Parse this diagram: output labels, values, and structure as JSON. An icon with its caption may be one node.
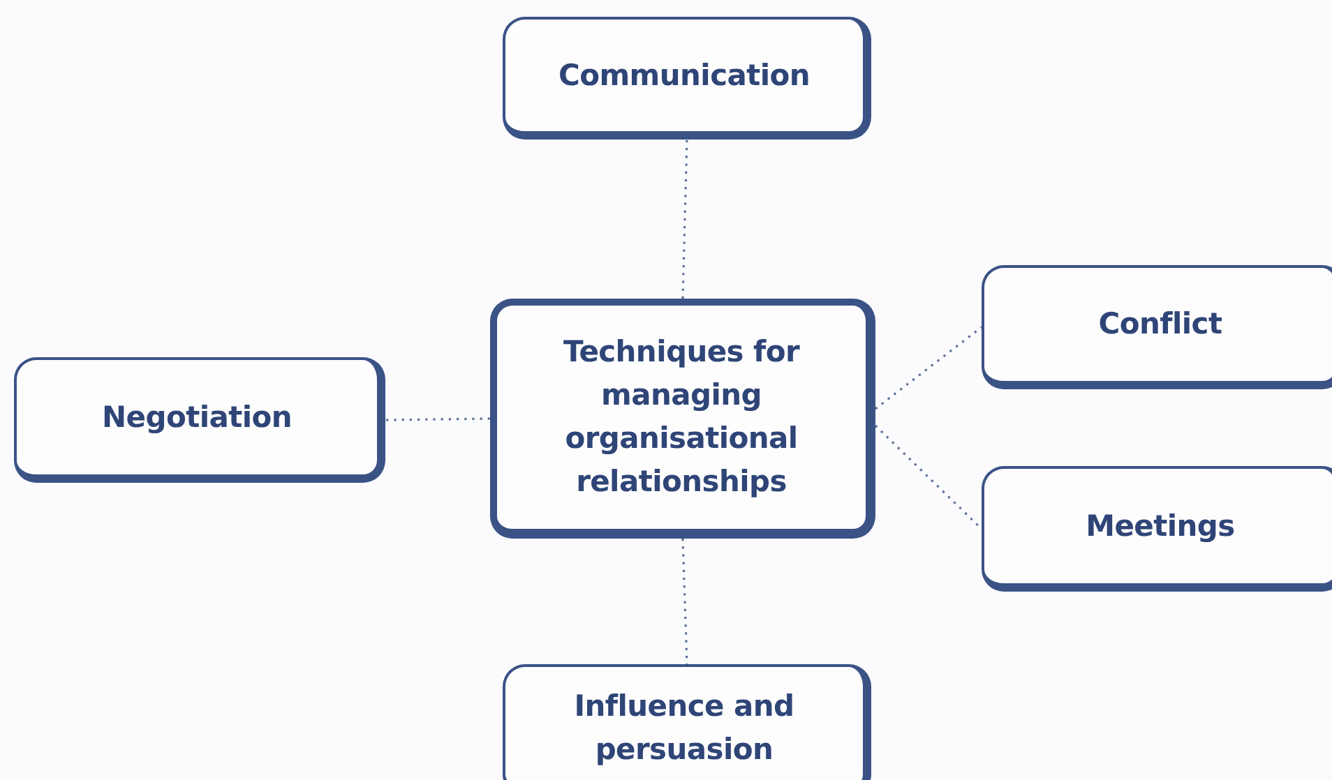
{
  "diagram": {
    "nodes": [
      {
        "text": [
          "Communication"
        ]
      },
      {
        "text": [
          "Negotiation"
        ]
      },
      {
        "text": [
          "Techniques for managing organisational relationships"
        ]
      },
      {
        "text": [
          "Conflict"
        ]
      },
      {
        "text": [
          "Meetings"
        ]
      },
      {
        "text": [
          "Influence and persuasion"
        ]
      }
    ],
    "edges": [
      {
        "from": 2,
        "to": 0,
        "arrow": "none"
      },
      {
        "from": 2,
        "to": 1,
        "arrow": "none"
      },
      {
        "from": 2,
        "to": 3,
        "arrow": "none"
      },
      {
        "from": 2,
        "to": 4,
        "arrow": "none"
      },
      {
        "from": 2,
        "to": 5,
        "arrow": "none"
      }
    ]
  }
}
